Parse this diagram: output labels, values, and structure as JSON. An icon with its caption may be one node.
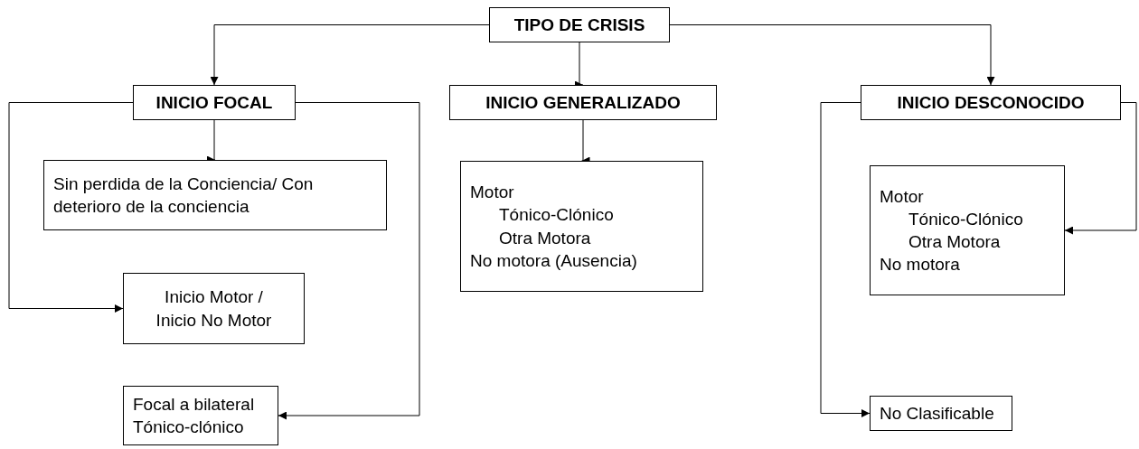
{
  "diagram": {
    "nodes": [
      {
        "text": [
          "TIPO DE CRISIS"
        ]
      },
      {
        "text": [
          "INICIO FOCAL"
        ]
      },
      {
        "text": [
          "INICIO GENERALIZADO"
        ]
      },
      {
        "text": [
          "INICIO DESCONOCIDO"
        ]
      },
      {
        "text": [
          "Sin perdida de la Conciencia/ Con deterioro de la conciencia"
        ]
      },
      {
        "text": [
          "Inicio Motor / Inicio No Motor"
        ]
      },
      {
        "text": [
          "Focal a bilateral Tónico-clónico"
        ]
      },
      {
        "text": [
          "Motor",
          "Tónico-Clónico",
          "Otra Motora",
          "No motora (Ausencia)"
        ]
      },
      {
        "text": [
          "Motor",
          "Tónico-Clónico",
          "Otra Motora",
          "No motora"
        ]
      },
      {
        "text": [
          "No Clasificable"
        ]
      }
    ],
    "edges": [
      {
        "from": 0,
        "to": 1,
        "arrow": "to"
      },
      {
        "from": 0,
        "to": 2,
        "arrow": "to"
      },
      {
        "from": 0,
        "to": 3,
        "arrow": "to"
      },
      {
        "from": 1,
        "to": 4,
        "arrow": "to"
      },
      {
        "from": 1,
        "to": 5,
        "arrow": "to"
      },
      {
        "from": 1,
        "to": 6,
        "arrow": "to"
      },
      {
        "from": 2,
        "to": 7,
        "arrow": "to"
      },
      {
        "from": 3,
        "to": 9,
        "arrow": "to"
      },
      {
        "from": 3,
        "to": 8,
        "arrow": "to"
      }
    ]
  }
}
